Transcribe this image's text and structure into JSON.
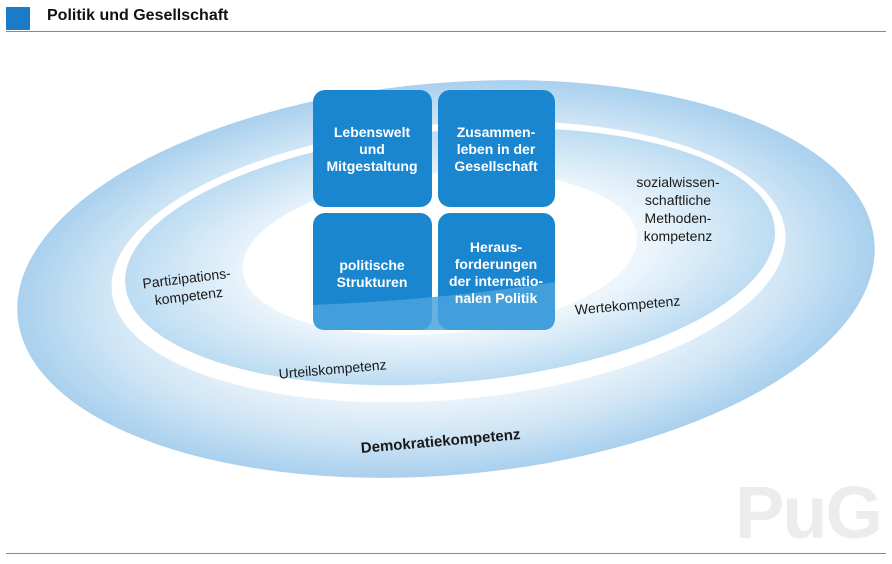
{
  "header": {
    "title": "Politik und Gesellschaft",
    "accent_color": "#1a7cc8"
  },
  "tiles": {
    "top_left": [
      "Lebenswelt",
      "und",
      "Mitgestaltung"
    ],
    "top_right": [
      "Zusammen-",
      "leben in der",
      "Gesellschaft"
    ],
    "bottom_left": [
      "politische",
      "Strukturen"
    ],
    "bottom_right": [
      "Heraus-",
      "forderungen",
      "der internatio-",
      "nalen Politik"
    ],
    "color": "#1a86cf"
  },
  "labels": {
    "methoden": [
      "sozialwissen-",
      "schaftliche",
      "Methoden-",
      "kompetenz"
    ],
    "partizipation": [
      "Partizipations-",
      "kompetenz"
    ],
    "werte": "Wertekompetenz",
    "urteil": "Urteilskompetenz",
    "demokratie": "Demokratiekompetenz"
  },
  "watermark": "PuG"
}
